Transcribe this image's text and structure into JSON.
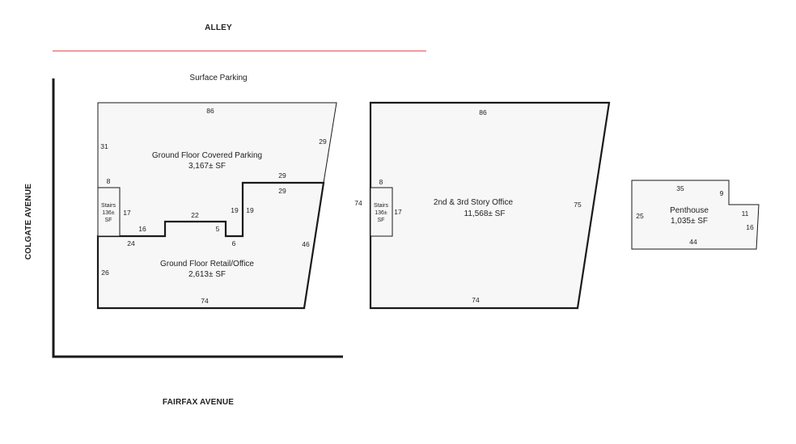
{
  "streets": {
    "alley": "ALLEY",
    "colgate": "COLGATE AVENUE",
    "fairfax": "FAIRFAX AVENUE"
  },
  "labels": {
    "surface_parking": "Surface Parking"
  },
  "ground_floor": {
    "parking_title": "Ground Floor Covered Parking",
    "parking_sf": "3,167± SF",
    "retail_title": "Ground Floor Retail/Office",
    "retail_sf": "2,613± SF",
    "stairs_name": "Stairs",
    "stairs_sf_num": "136±",
    "stairs_sf_unit": "SF",
    "dims": {
      "top": "86",
      "left_upper": "31",
      "right_upper": "29",
      "stairs_top": "8",
      "stairs_right": "17",
      "step_top": "29",
      "step_bottom": "29",
      "notch_top": "22",
      "notch_left": "16",
      "notch_drop": "5",
      "riser_left": "19",
      "riser_right": "19",
      "base_left": "24",
      "base_step": "6",
      "right_lower": "46",
      "left_lower": "26",
      "bottom": "74"
    }
  },
  "office": {
    "title": "2nd & 3rd Story Office",
    "sf": "11,568± SF",
    "stairs_name": "Stairs",
    "stairs_sf_num": "136±",
    "stairs_sf_unit": "SF",
    "dims": {
      "top": "86",
      "stairs_top": "8",
      "left": "74",
      "stairs_right": "17",
      "right": "75",
      "bottom": "74"
    }
  },
  "penthouse": {
    "title": "Penthouse",
    "sf": "1,035± SF",
    "dims": {
      "top": "35",
      "notch_v": "9",
      "left": "25",
      "notch_h": "11",
      "right": "16",
      "bottom": "44"
    }
  },
  "colors": {
    "alley_line": "#e3343b",
    "outline": "#1a1a1a",
    "fill": "#f7f7f7"
  }
}
